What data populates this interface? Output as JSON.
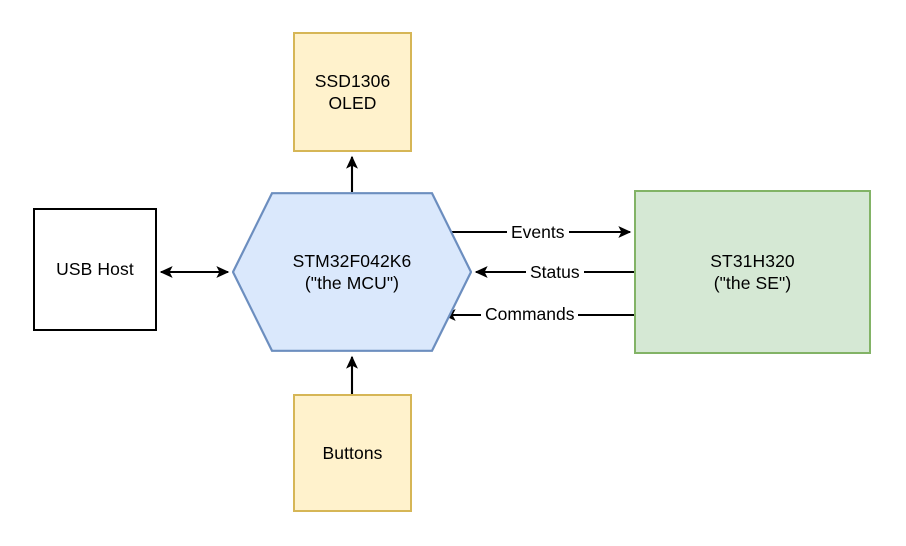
{
  "diagram": {
    "type": "block-diagram",
    "background": "#ffffff",
    "nodes": [
      {
        "id": "oled",
        "label_line1": "SSD1306",
        "label_line2": "OLED",
        "shape": "rectangle",
        "fill": "#fff2cc",
        "stroke": "#d6b656"
      },
      {
        "id": "mcu",
        "label_line1": "STM32F042K6",
        "label_line2": "(\"the MCU\")",
        "shape": "hexagon",
        "fill": "#dae8fc",
        "stroke": "#6c8ebf"
      },
      {
        "id": "usb_host",
        "label_line1": "USB Host",
        "label_line2": "",
        "shape": "rectangle",
        "fill": "#ffffff",
        "stroke": "#000000"
      },
      {
        "id": "se",
        "label_line1": "ST31H320",
        "label_line2": "(\"the SE\")",
        "shape": "rectangle",
        "fill": "#d5e8d4",
        "stroke": "#82b366"
      },
      {
        "id": "buttons",
        "label_line1": "Buttons",
        "label_line2": "",
        "shape": "rectangle",
        "fill": "#fff2cc",
        "stroke": "#d6b656"
      }
    ],
    "edges": [
      {
        "id": "mcu_to_oled",
        "label": "",
        "from": "mcu",
        "to": "oled",
        "direction": "up",
        "arrowheads": "end"
      },
      {
        "id": "buttons_to_mcu",
        "label": "",
        "from": "buttons",
        "to": "mcu",
        "direction": "up",
        "arrowheads": "end"
      },
      {
        "id": "usb_host_to_mcu",
        "label": "",
        "from": "usb_host",
        "to": "mcu",
        "direction": "horizontal",
        "arrowheads": "both"
      },
      {
        "id": "mcu_to_se_events",
        "label": "Events",
        "from": "mcu",
        "to": "se",
        "direction": "right",
        "arrowheads": "end"
      },
      {
        "id": "se_to_mcu_status",
        "label": "Status",
        "from": "se",
        "to": "mcu",
        "direction": "left",
        "arrowheads": "end"
      },
      {
        "id": "se_to_mcu_commands",
        "label": "Commands",
        "from": "se",
        "to": "mcu",
        "direction": "left",
        "arrowheads": "end"
      }
    ],
    "colors": {
      "line": "#000000",
      "tan_fill": "#fff2cc",
      "tan_stroke": "#d6b656",
      "blue_fill": "#dae8fc",
      "blue_stroke": "#6c8ebf",
      "green_fill": "#d5e8d4",
      "green_stroke": "#82b366"
    }
  }
}
